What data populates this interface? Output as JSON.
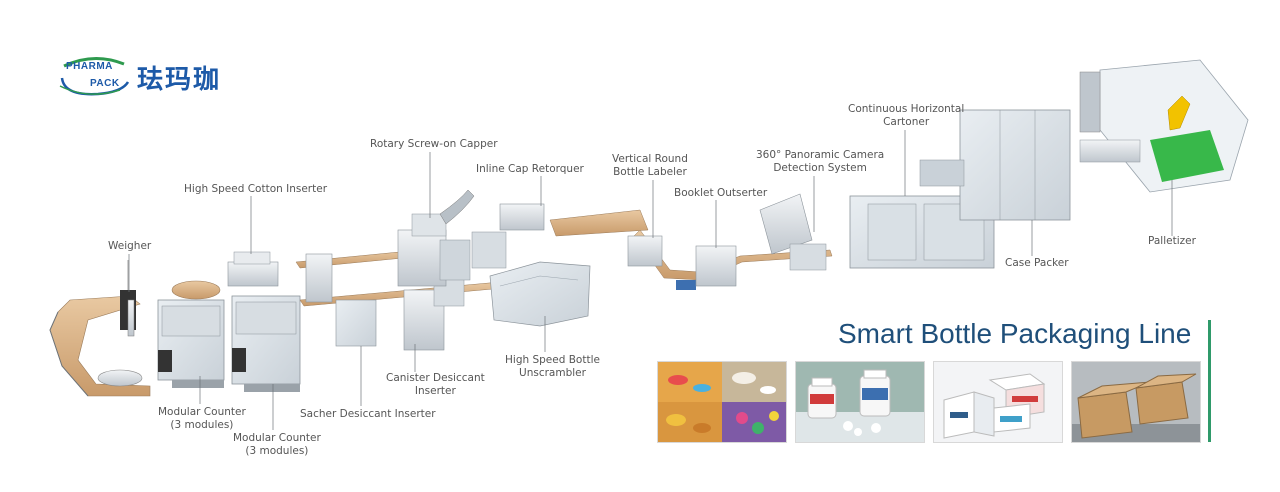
{
  "logo": {
    "badge_line1": "PHARMA",
    "badge_line2": "PACK",
    "chinese_name": "珐玛珈",
    "colors": {
      "blue": "#1d5aa8",
      "green": "#2e9a4e"
    }
  },
  "headline": "Smart Bottle Packaging Line",
  "accent_color": "#2f9a6a",
  "machine_labels": {
    "weigher": "Weigher",
    "cotton_inserter": "High Speed Cotton Inserter",
    "screw_capper": "Rotary Screw-on Capper",
    "cap_retorquer": "Inline Cap Retorquer",
    "round_labeler": "Vertical Round\nBottle Labeler",
    "booklet_outserter": "Booklet Outserter",
    "camera_detection": "360° Panoramic Camera\nDetection System",
    "horizontal_cartoner": "Continuous Horizontal\nCartoner",
    "palletizer": "Palletizer",
    "case_packer": "Case Packer",
    "bottle_unscrambler": "High Speed Bottle\nUnscrambler",
    "canister_inserter": "Canister Desiccant\nInserter",
    "sachet_inserter": "Sacher Desiccant Inserter",
    "modular_counter_a": "Modular Counter\n(3 modules)",
    "modular_counter_b": "Modular Counter\n(3 modules)"
  },
  "product_thumbnails": [
    {
      "icon": "pills-collage-image"
    },
    {
      "icon": "medicine-bottles-image"
    },
    {
      "icon": "cartons-image"
    },
    {
      "icon": "shipping-cases-image"
    }
  ]
}
